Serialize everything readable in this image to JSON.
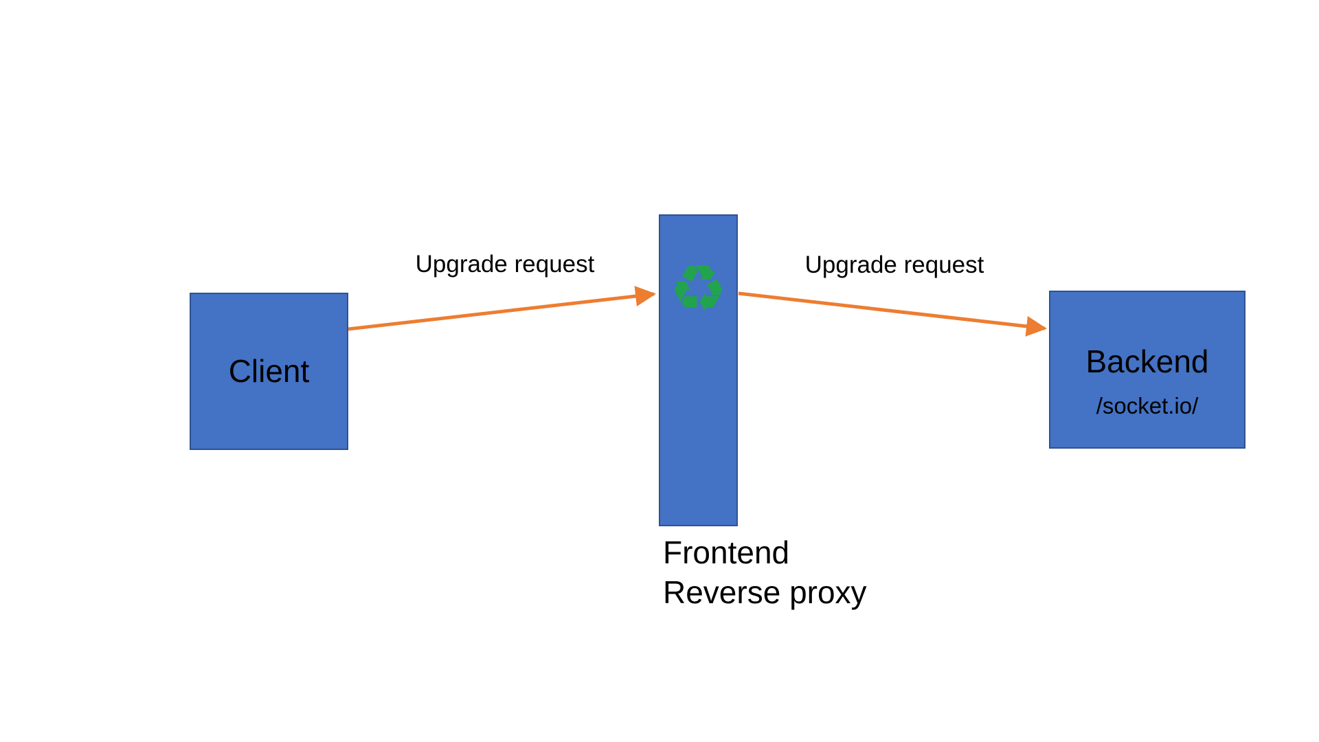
{
  "colors": {
    "accent_blue": "#4472C4",
    "border_blue": "#2F528F",
    "arrow_orange": "#ED7D31",
    "icon_green": "#21A44D",
    "text_color": "#111111"
  },
  "nodes": {
    "client": {
      "label": "Client"
    },
    "proxy": {
      "icon_glyph": "♻",
      "caption_line1": "Frontend",
      "caption_line2": "Reverse proxy"
    },
    "backend": {
      "label": "Backend",
      "sublabel": "/socket.io/"
    }
  },
  "edges": {
    "client_to_proxy": {
      "label": "Upgrade request"
    },
    "proxy_to_backend": {
      "label": "Upgrade request"
    }
  }
}
